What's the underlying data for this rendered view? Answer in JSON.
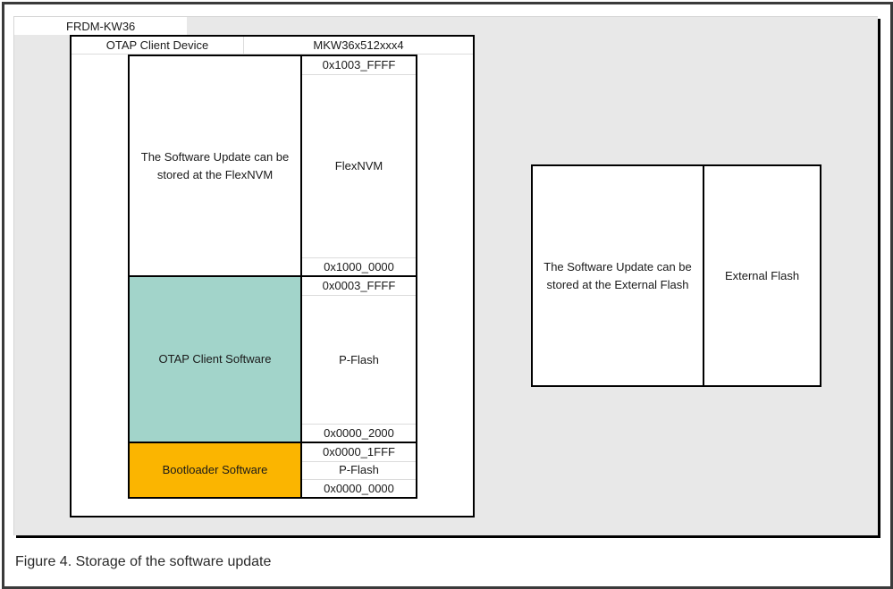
{
  "figure": {
    "caption": "Figure 4.  Storage of the software update"
  },
  "board": {
    "label": "FRDM-KW36"
  },
  "device": {
    "role_label": "OTAP Client Device",
    "part_number": "MKW36x512xxx4",
    "regions": [
      {
        "description": "The Software Update can be stored at the FlexNVM",
        "memory_type": "FlexNVM",
        "start_address": "0x1000_0000",
        "end_address": "0x1003_FFFF",
        "fill_color": "#ffffff"
      },
      {
        "description": "OTAP Client Software",
        "memory_type": "P-Flash",
        "start_address": "0x0000_2000",
        "end_address": "0x0003_FFFF",
        "fill_color": "#a2d4ca"
      },
      {
        "description": "Bootloader Software",
        "memory_type": "P-Flash",
        "start_address": "0x0000_0000",
        "end_address": "0x0000_1FFF",
        "fill_color": "#fbb500"
      }
    ]
  },
  "external": {
    "description": "The Software Update can be stored at the External Flash",
    "memory_type": "External Flash"
  }
}
